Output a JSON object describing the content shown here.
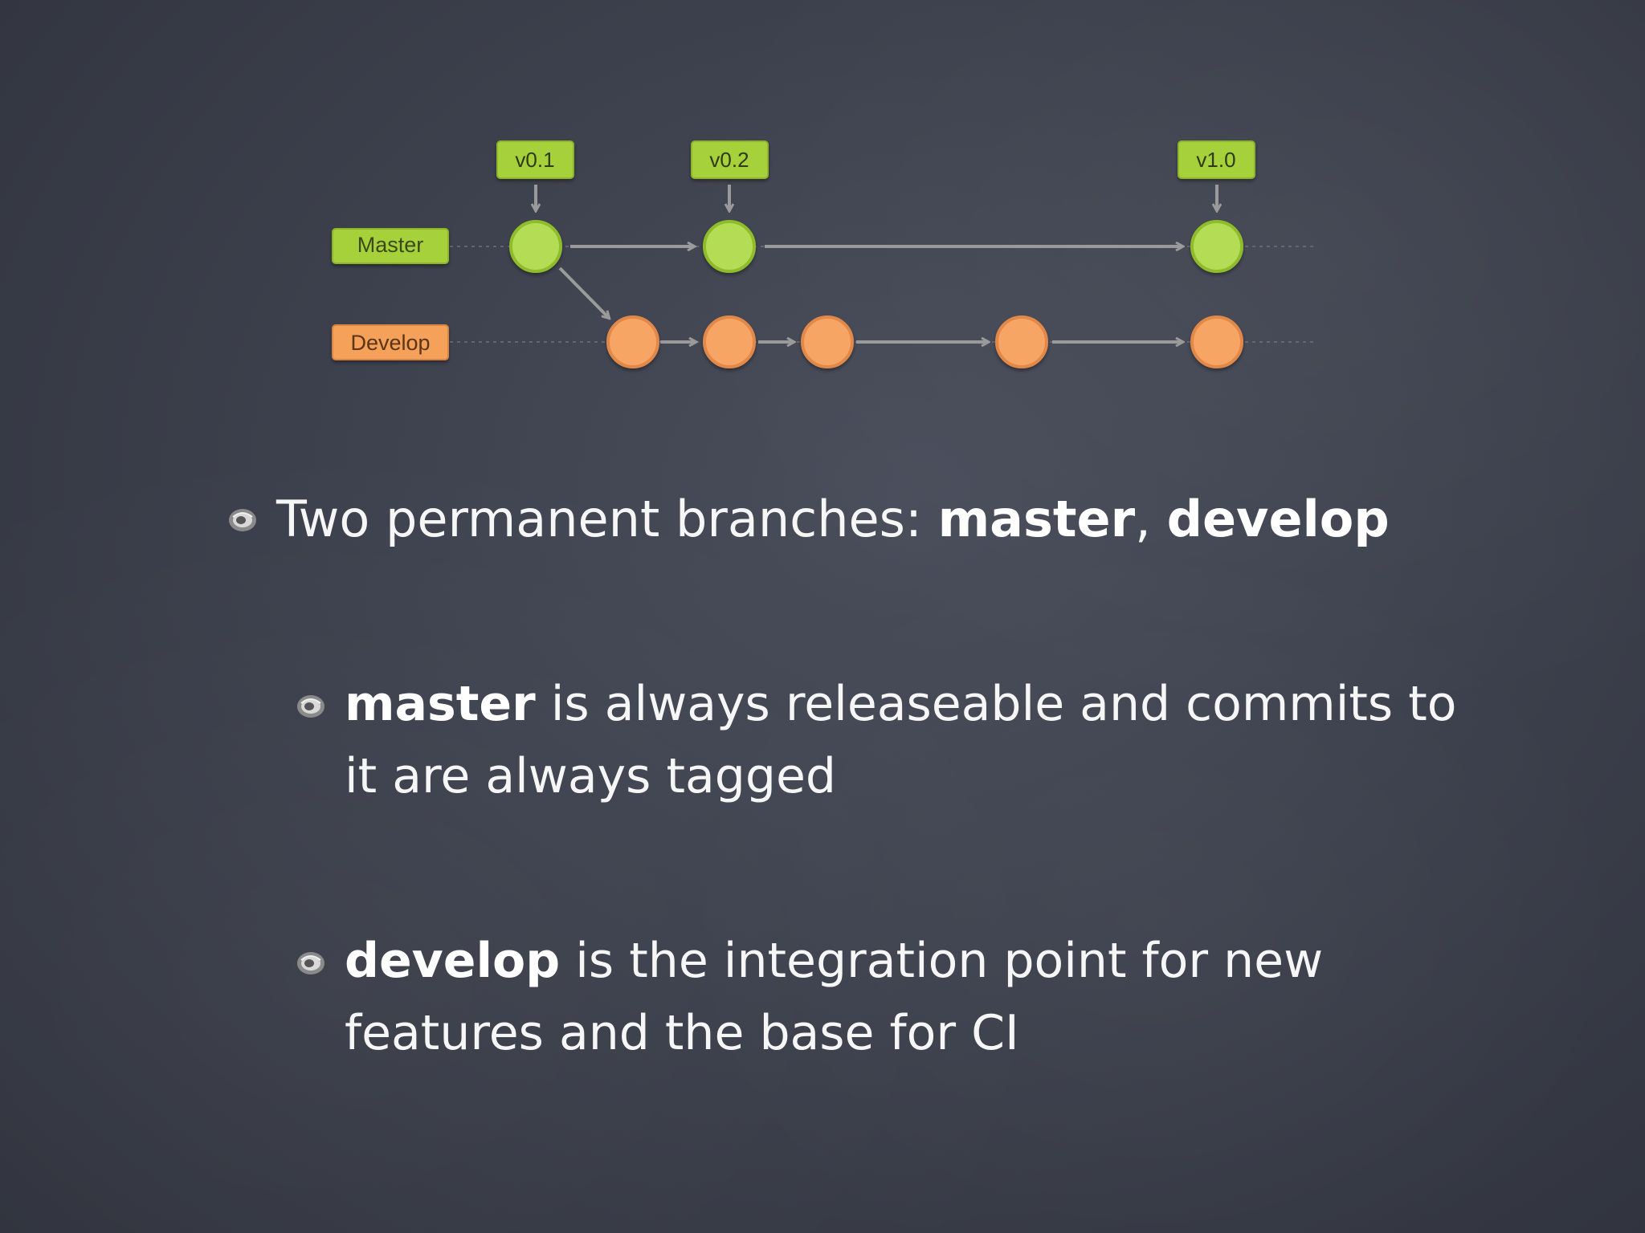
{
  "diagram": {
    "tags": [
      "v0.1",
      "v0.2",
      "v1.0"
    ],
    "branches": {
      "master": "Master",
      "develop": "Develop"
    },
    "colors": {
      "master": "#a7d13b",
      "master_fill": "#b5dc55",
      "develop": "#f5a15a",
      "develop_fill": "#f7a565",
      "arrow": "#9a9a9a"
    }
  },
  "bullets": [
    {
      "plain": "Two permanent branches: ",
      "bold1": "master",
      "sep": ", ",
      "bold2": "develop"
    },
    {
      "bold": "master",
      "rest": " is always releaseable and commits to it are always tagged"
    },
    {
      "bold": "develop",
      "rest": " is the integration point for new features and the base for CI"
    }
  ]
}
